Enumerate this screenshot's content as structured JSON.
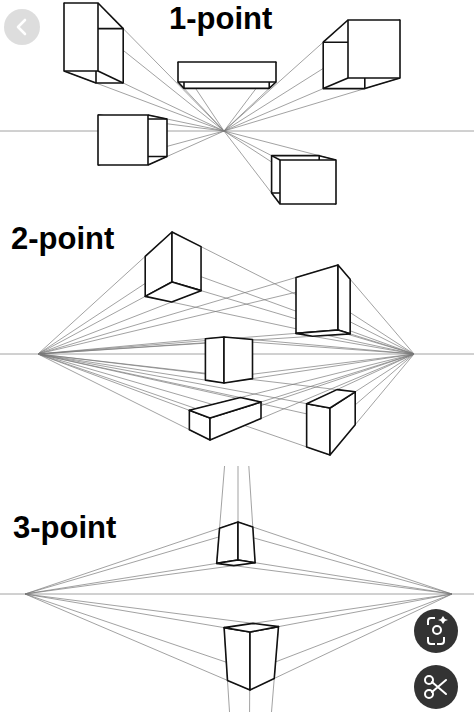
{
  "diagram": {
    "labels": [
      "1-point",
      "2-point",
      "3-point"
    ]
  }
}
